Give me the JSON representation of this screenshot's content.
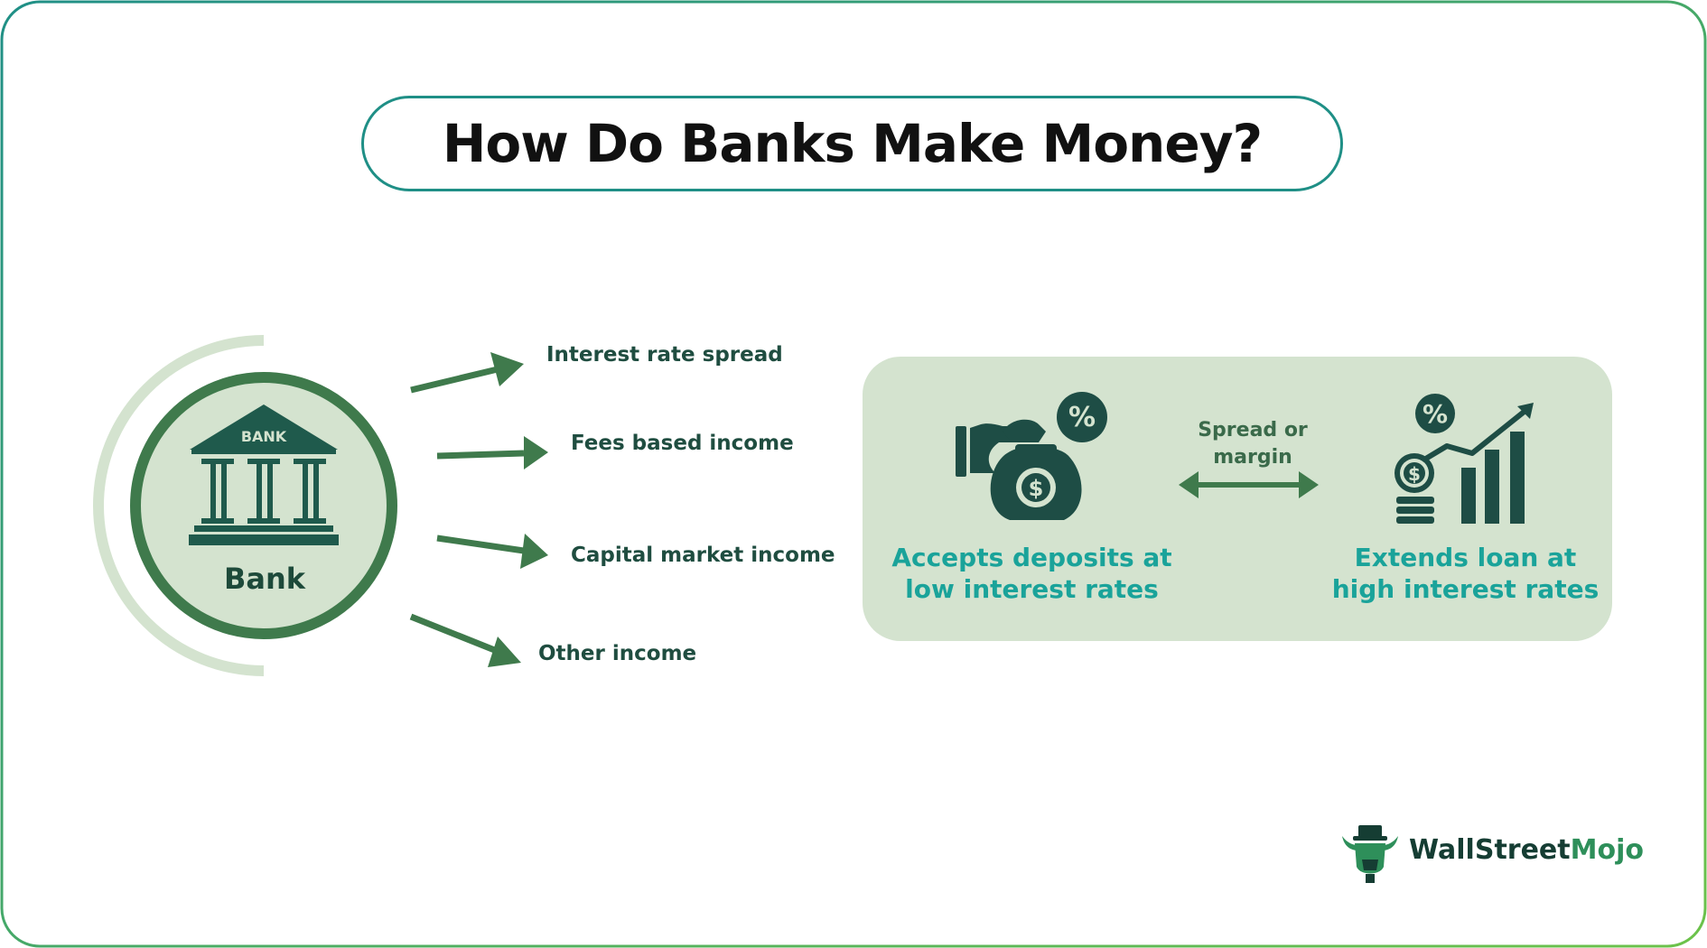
{
  "title": "How Do Banks Make Money?",
  "bank": {
    "label": "Bank",
    "sign_text": "BANK"
  },
  "income_sources": [
    "Interest rate spread",
    "Fees based income",
    "Capital market income",
    "Other income"
  ],
  "spread_panel": {
    "left_caption_line1": "Accepts deposits at",
    "left_caption_line2": "low interest rates",
    "center_line1": "Spread or",
    "center_line2": "margin",
    "right_caption_line1": "Extends loan at",
    "right_caption_line2": "high interest rates",
    "left_icon": "money-bag-percent-icon",
    "right_icon": "growth-chart-percent-icon",
    "center_icon": "double-arrow-icon"
  },
  "logo": {
    "brand_part1": "WallStreet",
    "brand_part2": "Mojo",
    "icon": "bull-mascot-icon"
  },
  "colors": {
    "frame_gradient": [
      "#1f8f86",
      "#6cc24a"
    ],
    "dark_green": "#3f7a4c",
    "pale_green": "#d4e3cf",
    "teal_text": "#1aa39a",
    "dark_text": "#1f4d40"
  }
}
